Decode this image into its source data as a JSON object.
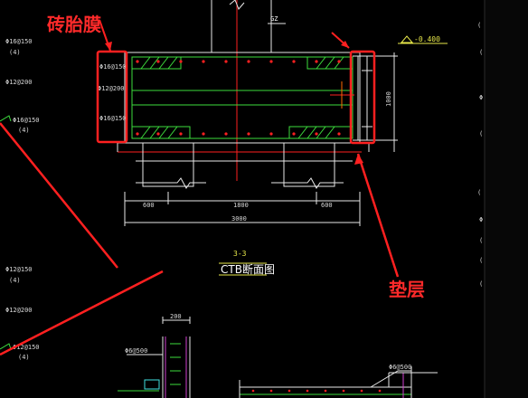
{
  "annotations": {
    "brick_mold": "砖胎膜",
    "cushion": "垫层"
  },
  "column_label": "GZ",
  "elevation": "-0.400",
  "section": {
    "number": "3-3",
    "title": "CTB断面图"
  },
  "dims": {
    "left": "600",
    "middle": "1800",
    "right": "600",
    "total": "3000",
    "height": "1000",
    "small_top": "200"
  },
  "rebar_labels": {
    "top": "Φ16@150",
    "mid": "Φ12@200",
    "bottom": "Φ16@150"
  },
  "left_margin_labels": [
    "Φ16@150",
    "(4)",
    "Φ12@200",
    "Φ16@150",
    "(4)",
    "Φ12@150",
    "(4)",
    "Φ12@200",
    "Φ12@150",
    "(4)"
  ],
  "bottom_labels": {
    "left": "Φ6@500",
    "right": "Φ6@500"
  },
  "colors": {
    "red": "#ff2020",
    "green": "#3ddc3d",
    "yellow": "#e8e84a",
    "white": "#e8e8e8",
    "cyan": "#40e0e0",
    "magenta": "#d040d0"
  }
}
